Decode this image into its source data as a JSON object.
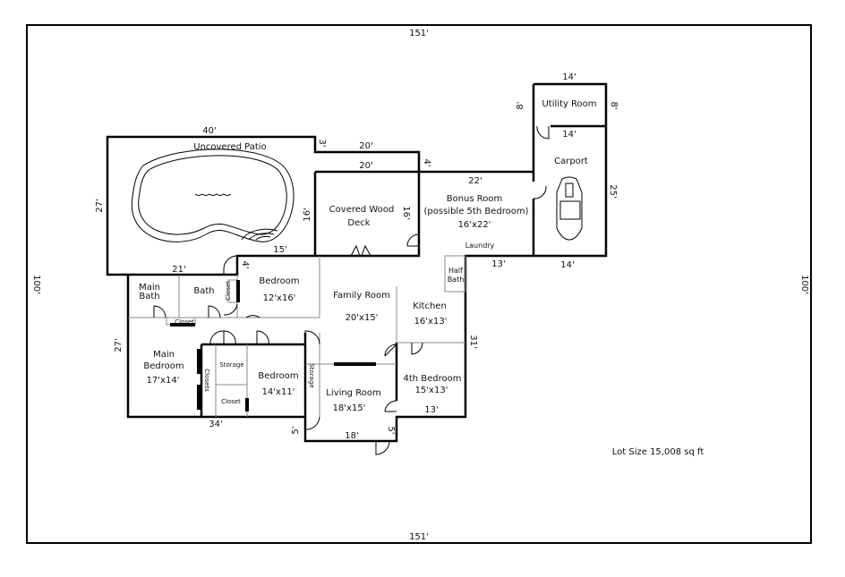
{
  "lot": {
    "top_dim": "151'",
    "bottom_dim": "151'",
    "left_dim": "100'",
    "right_dim": "100'",
    "lot_size": "Lot Size 15,008 sq ft"
  },
  "rooms": {
    "patio": {
      "name": "Uncovered Patio",
      "dim_top": "40'",
      "dim_left": "27'",
      "dim_bottom": "21'",
      "dim_step": "3'",
      "dim_right": "16'",
      "dim_15": "15'"
    },
    "deck": {
      "name_1": "Covered Wood",
      "name_2": "Deck",
      "dim_top_outer": "20'",
      "dim_top": "20'",
      "dim_right": "16'",
      "dim_4": "4'"
    },
    "bonus": {
      "name_1": "Bonus Room",
      "name_2": "(possible 5th Bedroom)",
      "size": "16'x22'",
      "dim_top": "22'",
      "laundry": "Laundry",
      "dim_bottom": "13'"
    },
    "utility": {
      "name": "Utility Room",
      "dim_top": "14'",
      "dim_left": "8'",
      "dim_right": "8'"
    },
    "carport": {
      "name": "Carport",
      "dim_top": "14'",
      "dim_right": "25'",
      "dim_bottom": "14'"
    },
    "half_bath": {
      "name_1": "Half",
      "name_2": "Bath"
    },
    "kitchen": {
      "name": "Kitchen",
      "size": "16'x13'",
      "dim_right": "31'"
    },
    "bedroom4": {
      "name": "4th Bedroom",
      "size": "15'x13'",
      "dim_bottom": "13'"
    },
    "family": {
      "name": "Family Room",
      "size": "20'x15'"
    },
    "living": {
      "name": "Living Room",
      "size": "18'x15'",
      "dim_bottom": "18'",
      "dim_left": "5'",
      "dim_right": "5'"
    },
    "bedroom_a": {
      "name": "Bedroom",
      "size": "12'x16'",
      "dim_4": "4'"
    },
    "bedroom_b": {
      "name": "Bedroom",
      "size": "14'x11'"
    },
    "main_bath": {
      "name_1": "Main",
      "name_2": "Bath"
    },
    "bath": {
      "name": "Bath"
    },
    "main_bedroom": {
      "name_1": "Main",
      "name_2": "Bedroom",
      "size": "17'x14'",
      "dim_left": "27'",
      "dim_bottom": "34'"
    },
    "closet_hall": "Closet",
    "closet_small": "Closet",
    "closets": "Closets",
    "storage": "Storage",
    "closet_b": "Closet",
    "storage_v": "Storage"
  }
}
